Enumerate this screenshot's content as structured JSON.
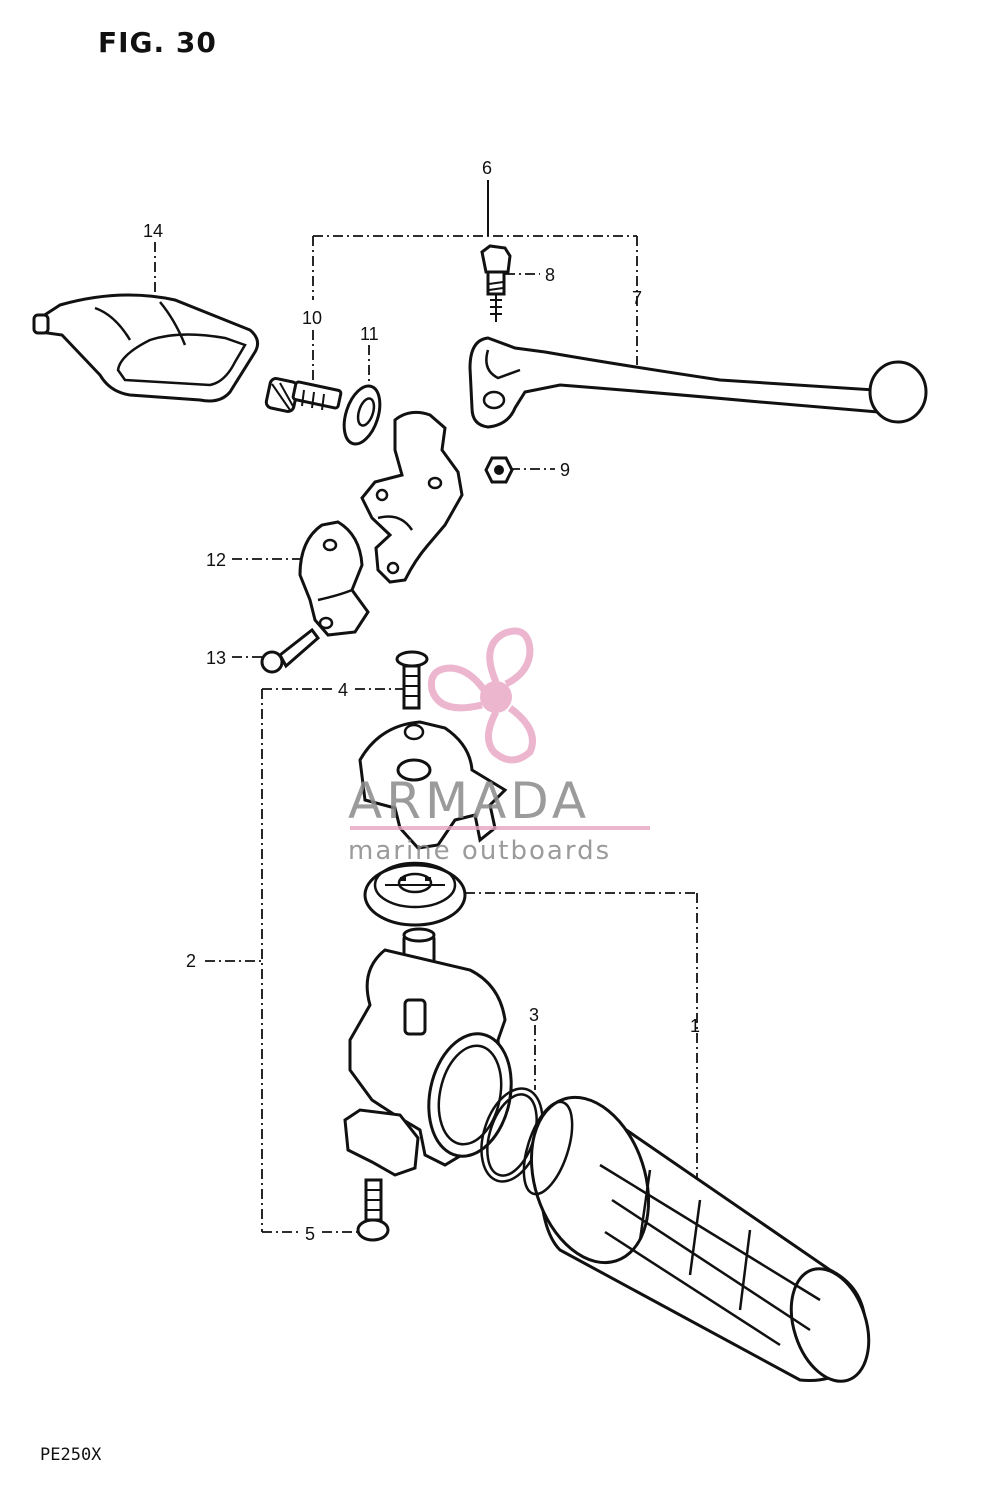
{
  "figure": {
    "title": "FIG. 30",
    "model": "PE250X"
  },
  "watermark": {
    "brand": "ARMADA",
    "tagline": "marine outboards",
    "accent_color": "#e8a4c4",
    "text_color": "#8a8a8a"
  },
  "callouts": [
    "1",
    "2",
    "3",
    "4",
    "5",
    "6",
    "7",
    "8",
    "9",
    "10",
    "11",
    "12",
    "13",
    "14"
  ]
}
